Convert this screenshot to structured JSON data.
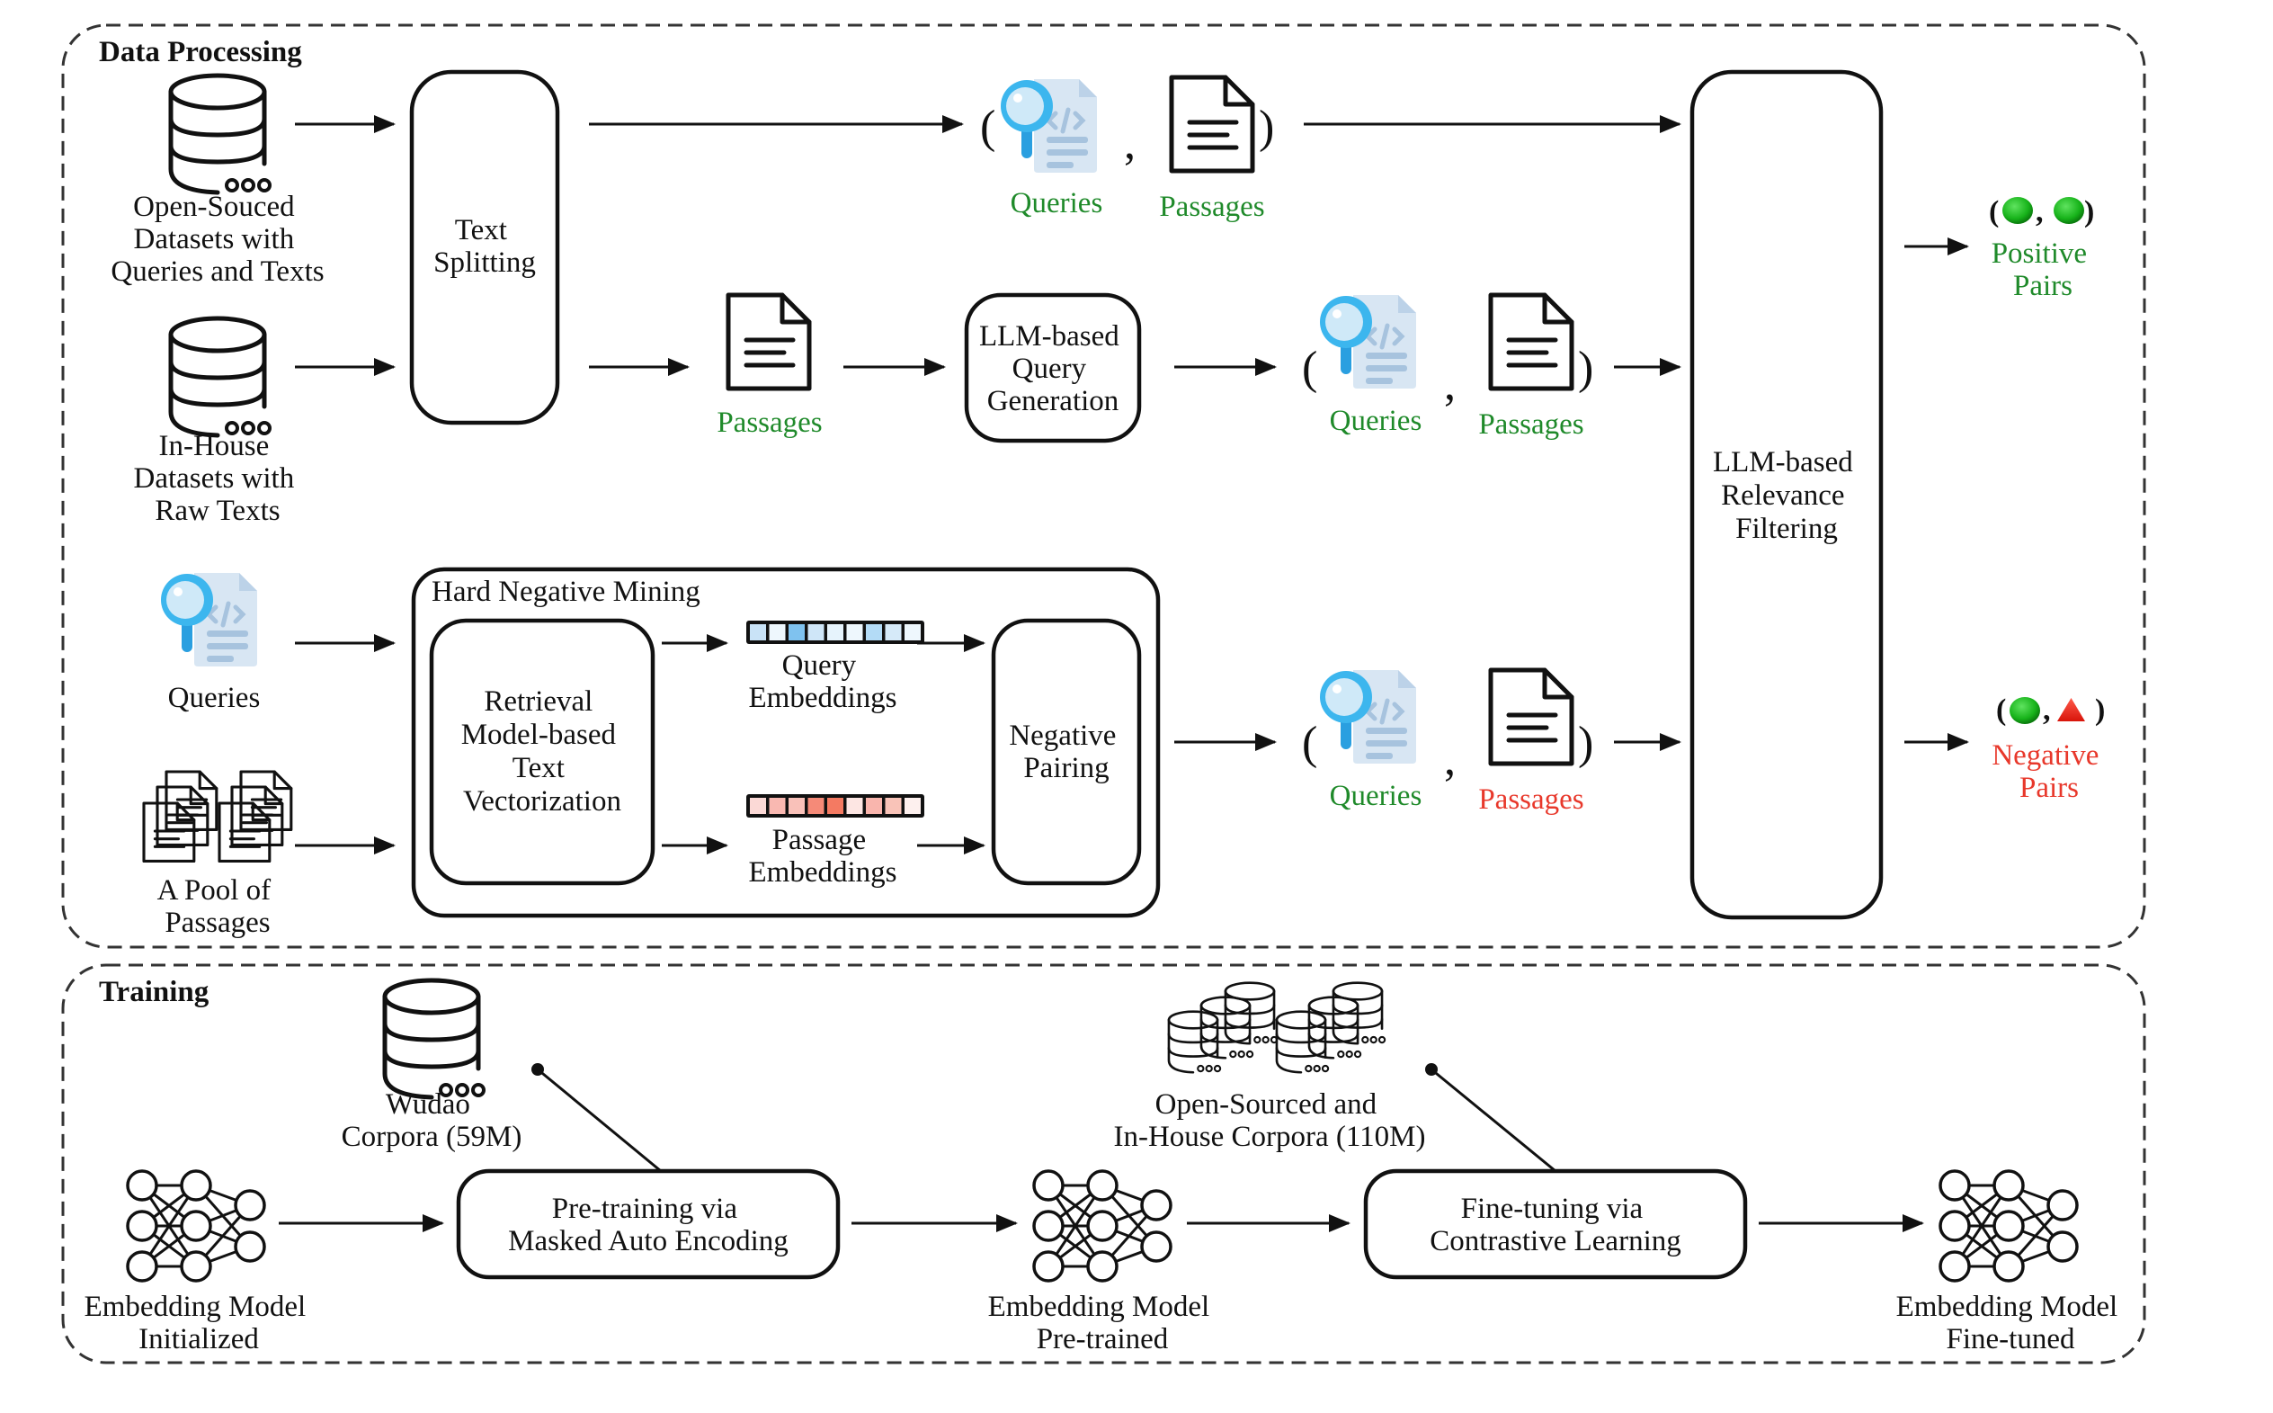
{
  "sections": {
    "data_processing": {
      "title": "Data Processing"
    },
    "training": {
      "title": "Training"
    }
  },
  "colors": {
    "positive_green": "#1f8a2a",
    "negative_red": "#e8382b",
    "query_icon_blue": "#3cb6ee",
    "query_doc_blue": "#d8e6f3",
    "green_marker": "#17b31a",
    "red_marker": "#e81e12"
  },
  "data_processing": {
    "sources": [
      {
        "label_lines": [
          "Open-Souced",
          "Datasets with",
          "Queries and Texts"
        ],
        "icon": "database-icon"
      },
      {
        "label_lines": [
          "In-House",
          "Datasets with",
          "Raw Texts"
        ],
        "icon": "database-icon"
      }
    ],
    "text_splitting": {
      "label_lines": [
        "Text",
        "Splitting"
      ]
    },
    "row1_pair": {
      "queries": "Queries",
      "passages": "Passages"
    },
    "row2_passages": "Passages",
    "query_generation": {
      "label_lines": [
        "LLM-based",
        "Query",
        "Generation"
      ]
    },
    "row2_pair": {
      "queries": "Queries",
      "passages": "Passages"
    },
    "mining_inputs": {
      "queries": "Queries",
      "pool_lines": [
        "A Pool of",
        "Passages"
      ]
    },
    "hard_negative_mining": {
      "title": "Hard Negative Mining",
      "vectorization_lines": [
        "Retrieval",
        "Model-based",
        "Text",
        "Vectorization"
      ],
      "query_embeddings_lines": [
        "Query",
        "Embeddings"
      ],
      "passage_embeddings_lines": [
        "Passage",
        "Embeddings"
      ],
      "negative_pairing_lines": [
        "Negative",
        "Pairing"
      ],
      "query_embedding_cells": [
        "#c9e3f7",
        "#eef7fd",
        "#7fc2ef",
        "#cfe6f8",
        "#e6f3fc",
        "#eef7fd",
        "#b3dbf6",
        "#d6eaf9",
        "#eef7fd"
      ],
      "passage_embedding_cells": [
        "#fbd9d6",
        "#f9b8b1",
        "#f9c1b9",
        "#f58a78",
        "#f47a62",
        "#fde6e3",
        "#f9b5ad",
        "#f9c3b8",
        "#fdf0ee"
      ]
    },
    "row3_pair": {
      "queries": "Queries",
      "passages": "Passages"
    },
    "relevance_filtering": {
      "label_lines": [
        "LLM-based",
        "Relevance",
        "Filtering"
      ]
    },
    "outputs": {
      "positive": {
        "symbols": "(●, ●)",
        "label_lines": [
          "Positive",
          "Pairs"
        ]
      },
      "negative": {
        "symbols": "(●, ▲)",
        "label_lines": [
          "Negative",
          "Pairs"
        ]
      }
    }
  },
  "training": {
    "wudao": {
      "label_lines": [
        "Wudao",
        "Corpora (59M)"
      ]
    },
    "finetune_corpora": {
      "label_lines": [
        "Open-Sourced and",
        "In-House Corpora (110M)"
      ]
    },
    "models": [
      {
        "label_lines": [
          "Embedding Model",
          "Initialized"
        ]
      },
      {
        "label_lines": [
          "Embedding Model",
          "Pre-trained"
        ]
      },
      {
        "label_lines": [
          "Embedding Model",
          "Fine-tuned"
        ]
      }
    ],
    "pretraining": {
      "label_lines": [
        "Pre-training via",
        "Masked Auto Encoding"
      ]
    },
    "finetuning": {
      "label_lines": [
        "Fine-tuning via",
        "Contrastive Learning"
      ]
    }
  }
}
